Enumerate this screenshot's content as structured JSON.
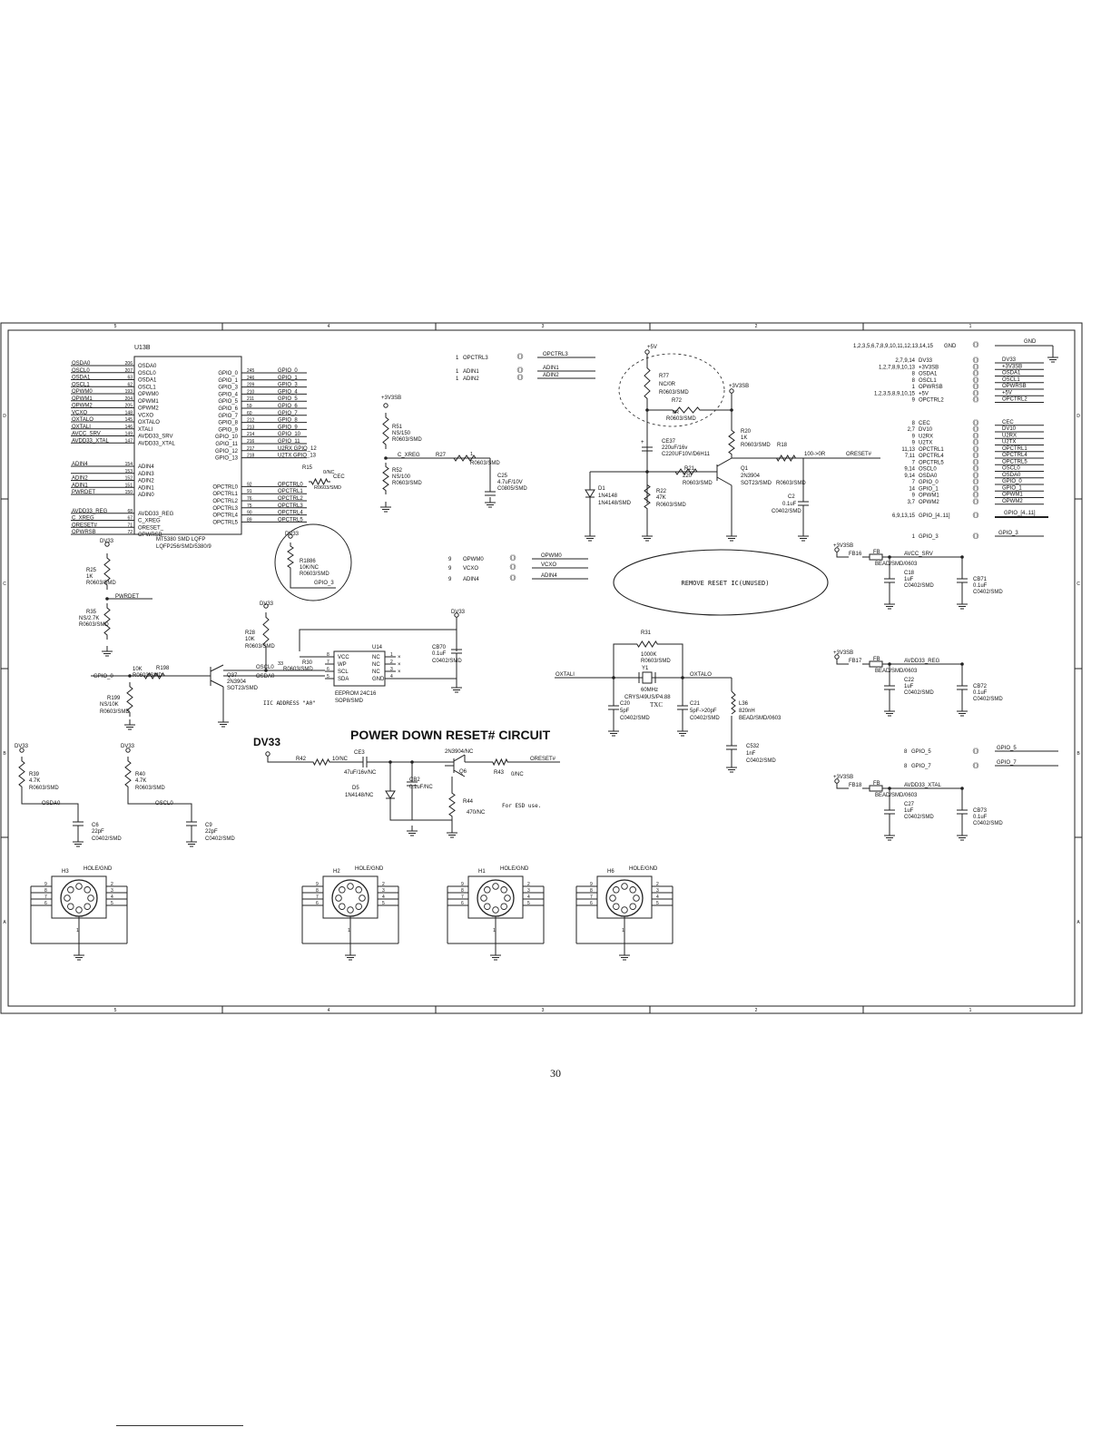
{
  "frame": {
    "col_labels": [
      "5",
      "4",
      "3",
      "2",
      "1"
    ],
    "row_labels": [
      "D",
      "C",
      "B",
      "A"
    ]
  },
  "u13": {
    "ref": "U13B",
    "part": [
      "MT5380 SMD LQFP",
      "LQFP256/SMD/5380/9"
    ],
    "left_pins": [
      {
        "net": "OSDA0",
        "num": "206",
        "pin": "OSDA0"
      },
      {
        "net": "OSCL0",
        "num": "207",
        "pin": "OSCL0"
      },
      {
        "net": "OSDA1",
        "num": "63",
        "pin": "OSDA1"
      },
      {
        "net": "OSCL1",
        "num": "62",
        "pin": "OSCL1"
      },
      {
        "net": "OPWM0",
        "num": "193",
        "pin": "OPWM0"
      },
      {
        "net": "OPWM1",
        "num": "204",
        "pin": "OPWM1"
      },
      {
        "net": "OPWM2",
        "num": "205",
        "pin": "OPWM2"
      },
      {
        "net": "VCXO",
        "num": "148",
        "pin": "VCXO"
      },
      {
        "net": "OXTALO",
        "num": "145",
        "pin": "OXTALO"
      },
      {
        "net": "OXTALI",
        "num": "146",
        "pin": "XTALI"
      },
      {
        "net": "AVCC_SRV",
        "num": "149",
        "pin": "AVDD33_SRV"
      },
      {
        "net": "AVDD33_XTAL",
        "num": "147",
        "pin": "AVDD33_XTAL"
      },
      {
        "net": "ADIN4",
        "num": "154",
        "pin": "ADIN4"
      },
      {
        "net": "",
        "num": "153",
        "pin": "ADIN3"
      },
      {
        "net": "ADIN2",
        "num": "152",
        "pin": "ADIN2"
      },
      {
        "net": "ADIN1",
        "num": "151",
        "pin": "ADIN1"
      },
      {
        "net": "PWRDET",
        "num": "150",
        "pin": "ADIN0"
      },
      {
        "net": "AVDD33_REG",
        "num": "68",
        "pin": "AVDD33_REG"
      },
      {
        "net": "C_XREG",
        "num": "67",
        "pin": "C_XREG"
      },
      {
        "net": "ORESET#",
        "num": "71",
        "pin": "ORESET_"
      },
      {
        "net": "OPWRSB",
        "num": "72",
        "pin": "OPWRSB"
      }
    ],
    "right_pins": [
      {
        "pin": "GPIO_0",
        "num": "245",
        "net": "GPIO_0"
      },
      {
        "pin": "GPIO_1",
        "num": "246",
        "net": "GPIO_1"
      },
      {
        "pin": "GPIO_3",
        "num": "209",
        "net": "GPIO_3"
      },
      {
        "pin": "GPIO_4",
        "num": "210",
        "net": "GPIO_4"
      },
      {
        "pin": "GPIO_5",
        "num": "211",
        "net": "GPIO_5"
      },
      {
        "pin": "GPIO_6",
        "num": "59",
        "net": "GPIO_6"
      },
      {
        "pin": "GPIO_7",
        "num": "60",
        "net": "GPIO_7"
      },
      {
        "pin": "GPIO_8",
        "num": "212",
        "net": "GPIO_8"
      },
      {
        "pin": "GPIO_9",
        "num": "213",
        "net": "GPIO_9"
      },
      {
        "pin": "GPIO_10",
        "num": "214",
        "net": "GPIO_10"
      },
      {
        "pin": "GPIO_11",
        "num": "216",
        "net": "GPIO_11"
      },
      {
        "pin": "GPIO_12",
        "num": "217",
        "net": "U2RX  GPIO_12"
      },
      {
        "pin": "GPIO_13",
        "num": "218",
        "net": "U2TX  GPIO_13"
      },
      {
        "pin": "OPCTRL0",
        "num": "92",
        "net": "OPCTRL0"
      },
      {
        "pin": "OPCTRL1",
        "num": "91",
        "net": "OPCTRL1"
      },
      {
        "pin": "OPCTRL2",
        "num": "76",
        "net": "OPCTRL2"
      },
      {
        "pin": "OPCTRL3",
        "num": "75",
        "net": "OPCTRL3"
      },
      {
        "pin": "OPCTRL4",
        "num": "90",
        "net": "OPCTRL4"
      },
      {
        "pin": "OPCTRL5",
        "num": "89",
        "net": "OPCTRL5"
      }
    ]
  },
  "r15": {
    "ref": "R15",
    "val": "0/NC",
    "pkg": "R0603/SMD",
    "net": "CEC"
  },
  "r1886": {
    "net": "DV33",
    "ref": "R1886",
    "val": "10K/NC",
    "pkg": "R0603/SMD",
    "out": "GPIO_3"
  },
  "r25": {
    "net": "DV33",
    "ref": "R25",
    "val": "1K",
    "pkg": "R0603/SMD"
  },
  "r35": {
    "ref": "R35",
    "val": "NS/2.7K",
    "pkg": "R0603/SMD",
    "net": "PWRDET"
  },
  "r51": {
    "net": "+3V3SB",
    "ref": "R51",
    "val": "NS/150",
    "pkg": "R0603/SMD"
  },
  "r52": {
    "ref": "R52",
    "val": "NS/100",
    "pkg": "R0603/SMD"
  },
  "r27": {
    "net": "C_XREG",
    "ref": "R27",
    "val": "1",
    "pkg": "R0603/SMD"
  },
  "c25": {
    "ref": "C25",
    "val": "4.7uF/10V",
    "pkg": "C0805/SMD"
  },
  "ports_mid": [
    {
      "num": "1",
      "net": "OPCTRL3",
      "line": "OPCTRL3"
    },
    {
      "num": "1",
      "net": "ADIN1",
      "line": "ADIN1"
    },
    {
      "num": "1",
      "net": "ADIN2",
      "line": "ADIN2"
    }
  ],
  "ports_mid2": [
    {
      "num": "9",
      "net": "OPWM0",
      "line": "OPWM0"
    },
    {
      "num": "9",
      "net": "VCXO",
      "line": "VCXO"
    },
    {
      "num": "9",
      "net": "ADIN4",
      "line": "ADIN4"
    }
  ],
  "reset": {
    "v5": "+5V",
    "r77": "R77",
    "r77v": "NC/0R",
    "r77p": "R0603/SMD",
    "r72": "R72",
    "r72v": "0R",
    "r72p": "R0603/SMD",
    "v33": "+3V3SB",
    "ce37": "CE37",
    "ce37v": "220uF/16v",
    "ce37p": "C220UF10V/D6H11",
    "r20": "R20",
    "r20v": "1K",
    "r20p": "R0603/SMD",
    "r18": "R18",
    "r18v": "100->0R",
    "oreset": "ORESET#",
    "d1": "D1",
    "d1v": "1N4148",
    "d1p": "1N4148/SMD",
    "r21": "R21",
    "r21v": "220",
    "r21p": "R0603/SMD",
    "r22": "R22",
    "r22v": "47K",
    "r22p": "R0603/SMD",
    "q1": "Q1",
    "q1v": "2N3904",
    "q1p": "SOT23/SMD",
    "c2": "C2",
    "c2v": "0.1uF",
    "c2p": "C0402/SMD",
    "r0603": "R0603/SMD",
    "ellipse_text": "REMOVE RESET IC(UNUSED)"
  },
  "connector_right": {
    "gnd_row": {
      "pins": "1,2,3,5,6,7,8,9,10,11,12,13,14,15",
      "net": "GND",
      "line": "GND"
    },
    "rows": [
      {
        "pins": "2,7,9,14",
        "net": "DV33",
        "line": "DV33"
      },
      {
        "pins": "1,2,7,8,9,10,13",
        "net": "+3V3SB",
        "line": "+3V3SB"
      },
      {
        "pins": "8",
        "net": "OSDA1",
        "line": "OSDA1"
      },
      {
        "pins": "8",
        "net": "OSCL1",
        "line": "OSCL1"
      },
      {
        "pins": "1",
        "net": "OPWRSB",
        "line": "OPWRSB"
      },
      {
        "pins": "1,2,3,5,8,9,10,15",
        "net": "+5V",
        "line": "+5V"
      },
      {
        "pins": "9",
        "net": "OPCTRL2",
        "line": "OPCTRL2"
      },
      {
        "pins": "8",
        "net": "CEC",
        "line": "CEC"
      },
      {
        "pins": "2,7",
        "net": "DV10",
        "line": "DV10"
      },
      {
        "pins": "9",
        "net": "U2RX",
        "line": "U2RX"
      },
      {
        "pins": "9",
        "net": "U2TX",
        "line": "U2TX"
      },
      {
        "pins": "11,13",
        "net": "OPCTRL1",
        "line": "OPCTRL1"
      },
      {
        "pins": "7,11",
        "net": "OPCTRL4",
        "line": "OPCTRL4"
      },
      {
        "pins": "7",
        "net": "OPCTRL5",
        "line": "OPCTRL5"
      },
      {
        "pins": "9,14",
        "net": "OSCL0",
        "line": "OSCL0"
      },
      {
        "pins": "9,14",
        "net": "OSDA0",
        "line": "OSDA0"
      },
      {
        "pins": "7",
        "net": "GPIO_0",
        "line": "GPIO_0"
      },
      {
        "pins": "14",
        "net": "GPIO_1",
        "line": "GPIO_1"
      },
      {
        "pins": "9",
        "net": "OPWM1",
        "line": "OPWM1"
      },
      {
        "pins": "3,7",
        "net": "OPWM2",
        "line": "OPWM2"
      }
    ],
    "bus": {
      "pins": "6,9,13,15",
      "net": "GPIO_[4..11]",
      "line": "GPIO_[4..11]"
    },
    "gpio3": {
      "pins": "1",
      "net": "GPIO_3",
      "line": "GPIO_3"
    }
  },
  "avcc": {
    "supply": "+3V3SB",
    "fb": "FB16",
    "fbv": "FB",
    "net": "AVCC_SRV",
    "fbp": "BEAD/SMD/0603",
    "c1": "C18",
    "c1v": "1uF",
    "c1p": "C0402/SMD",
    "c2": "CB71",
    "c2v": "0.1uF",
    "c2p": "C0402/SMD"
  },
  "avdd_reg": {
    "supply": "+3V3SB",
    "fb": "FB17",
    "fbv": "FB",
    "net": "AVDD33_REG",
    "fbp": "BEAD/SMD/0603",
    "c1": "C22",
    "c1v": "1uF",
    "c1p": "C0402/SMD",
    "c2": "CB72",
    "c2v": "0.1uF",
    "c2p": "C0402/SMD"
  },
  "avdd_xtal": {
    "supply": "+3V3SB",
    "fb": "FB18",
    "fbv": "FB",
    "net": "AVDD33_XTAL",
    "fbp": "BEAD/SMD/0603",
    "c1": "C27",
    "c1v": "1uF",
    "c1p": "C0402/SMD",
    "c2": "CB73",
    "c2v": "0.1uF",
    "c2p": "C0402/SMD"
  },
  "gpio57": [
    {
      "num": "8",
      "net": "GPIO_5",
      "line": "GPIO_5"
    },
    {
      "num": "8",
      "net": "GPIO_7",
      "line": "GPIO_7"
    }
  ],
  "eeprom": {
    "v": "DV33",
    "r28": "R28",
    "r28v": "10K",
    "r28p": "R0603/SMD",
    "ref": "U14",
    "pins_l": [
      {
        "n": "8",
        "p": "VCC"
      },
      {
        "n": "7",
        "p": "WP"
      },
      {
        "n": "6",
        "p": "SCL"
      },
      {
        "n": "5",
        "p": "SDA"
      }
    ],
    "pins_r": [
      {
        "n": "1",
        "p": "NC"
      },
      {
        "n": "2",
        "p": "NC"
      },
      {
        "n": "3",
        "p": "NC"
      },
      {
        "n": "4",
        "p": "GND"
      }
    ],
    "part": "EEPROM 24C16",
    "pkg": "SOP8/SMD",
    "addr": "IIC ADDRESS \"A0\"",
    "r30": "R30",
    "r30v": "33",
    "r30p": "R0603/SMD",
    "scl": "OSCL0",
    "sda": "OSDA0",
    "v2": "DV33",
    "cb70": "CB70",
    "cb70v": "0.1uF",
    "cb70p": "C0402/SMD",
    "q37": "Q37",
    "q37v": "2N3904",
    "q37p": "SOT23/SMD",
    "r198": "R198",
    "r198v": "10K",
    "r198p": "R0603/SMD",
    "gpio": "GPIO_0",
    "r199": "R199",
    "r199v": "NS/10K",
    "r199p": "R0603/SMD"
  },
  "xtal": {
    "r31": "R31",
    "r31v": "1000K",
    "r31p": "R0603/SMD",
    "y": "Y1",
    "yv": "60MHz",
    "yp": "CRYS/49US/P4.88",
    "txc": "TXC",
    "in": "OXTALI",
    "out": "OXTALO",
    "c20": "C20",
    "c20v": "5pF",
    "c20p": "C0402/SMD",
    "c21": "C21",
    "c21v": "5pF->20pF",
    "c21p": "C0402/SMD",
    "l36": "L36",
    "l36v": "820nH",
    "l36p": "BEAD/SMD/0603",
    "c532": "C532",
    "c532v": "1nF",
    "c532p": "C0402/SMD"
  },
  "pdr": {
    "title": "POWER DOWN RESET# CIRCUIT",
    "dv": "DV33",
    "r42": "R42",
    "r42v": "10/NC",
    "ce3": "CE3",
    "ce3v": "47uF/16v/NC",
    "q6": "Q6",
    "q6v": "2N3904/NC",
    "r43": "R43",
    "r43v": "0/NC",
    "oreset": "ORESET#",
    "d5": "D5",
    "d5v": "1N4148/NC",
    "cb2": "CB2",
    "cb2v": "0.1uF/NC",
    "r44": "R44",
    "r44v": "470/NC",
    "note": "For ESD use."
  },
  "pullups": [
    {
      "v": "DV33",
      "r": "R39",
      "rv": "4.7K",
      "rp": "R0603/SMD",
      "net": "OSDA0",
      "c": "C6",
      "cv": "22pF",
      "cp": "C0402/SMD"
    },
    {
      "v": "DV33",
      "r": "R40",
      "rv": "4.7K",
      "rp": "R0603/SMD",
      "net": "OSCL0",
      "c": "C9",
      "cv": "22pF",
      "cp": "C0402/SMD"
    }
  ],
  "holes": [
    {
      "ref": "H3",
      "label": "HOLE/GND"
    },
    {
      "ref": "H2",
      "label": "HOLE/GND"
    },
    {
      "ref": "H1",
      "label": "HOLE/GND"
    },
    {
      "ref": "H6",
      "label": "HOLE/GND"
    }
  ],
  "page_number": "30"
}
